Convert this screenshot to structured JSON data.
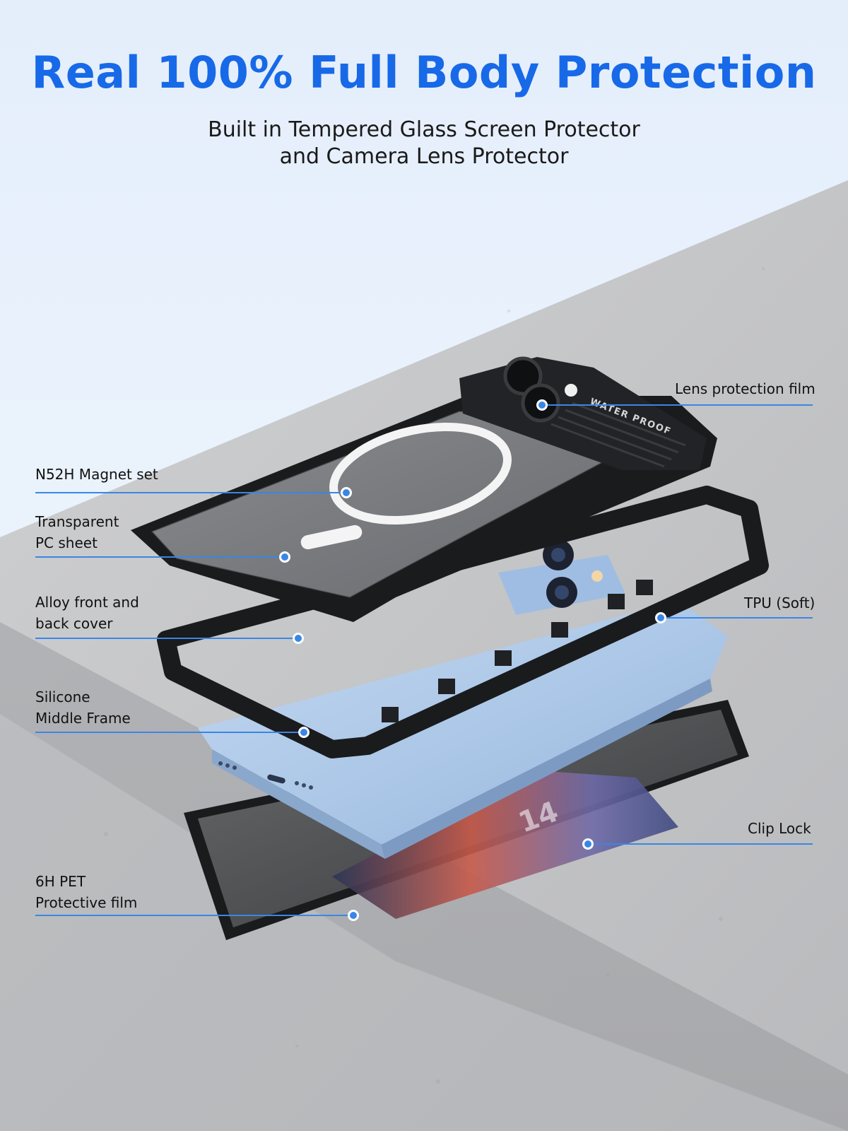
{
  "colors": {
    "headline": "#1769e8",
    "subtitle": "#1a1a1a",
    "callout_text": "#111111",
    "callout_line": "#3a86e6",
    "callout_dot": "#3a86e6",
    "concrete": "#c9cacc",
    "frame": "#161718",
    "phone_body": "#a9c5e6"
  },
  "header": {
    "title": "Real 100% Full Body Protection",
    "subtitle_line1": "Built in Tempered Glass Screen Protector",
    "subtitle_line2": "and Camera Lens Protector"
  },
  "product_text": {
    "waterproof": "WATER PROOF",
    "screen_number": "14"
  },
  "callouts": {
    "lens_film": "Lens protection film",
    "magnet": "N52H Magnet set",
    "pc_sheet_line1": "Transparent",
    "pc_sheet_line2": "PC sheet",
    "alloy_line1": "Alloy front and",
    "alloy_line2": "back cover",
    "tpu": "TPU (Soft)",
    "silicone_line1": "Silicone",
    "silicone_line2": "Middle Frame",
    "clip_lock": "Clip Lock",
    "pet_line1": "6H PET",
    "pet_line2": "Protective film"
  }
}
